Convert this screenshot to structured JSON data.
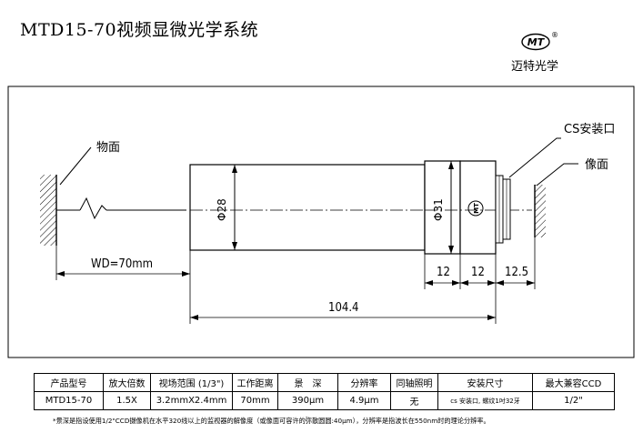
{
  "title": "MTD15-70视频显微光学系统",
  "logo": {
    "badge_text": "MT",
    "registered_mark": "®",
    "caption": "迈特光学"
  },
  "diagram": {
    "labels": {
      "object_plane": "物面",
      "image_plane": "像面",
      "cs_mount": "CS安装口",
      "wd": "WD=70mm",
      "barrel_diameter": "Φ28",
      "head_diameter": "Φ31",
      "brand_mark": "MT"
    },
    "dimensions": {
      "seg1": "12",
      "seg2": "12",
      "seg3": "12.5",
      "total_length": "104.4"
    }
  },
  "spec_table": {
    "headers": [
      "产品型号",
      "放大倍数",
      "视场范围 (1/3\")",
      "工作距离",
      "景　深",
      "分辨率",
      "同轴照明",
      "安装尺寸",
      "最大兼容CCD"
    ],
    "row": [
      "MTD15-70",
      "1.5X",
      "3.2mmX2.4mm",
      "70mm",
      "390μm",
      "4.9μm",
      "无",
      "cs 安装口, 螺纹1吋32牙",
      "1/2\""
    ]
  },
  "footnote": "*景深是指设使用1/2\"CCD摄像机在水平320线以上的监视器的解像度（或像面可容许的弥散圆圆:40μm），分辨率是指波长在550nm时的理论分辨率。"
}
